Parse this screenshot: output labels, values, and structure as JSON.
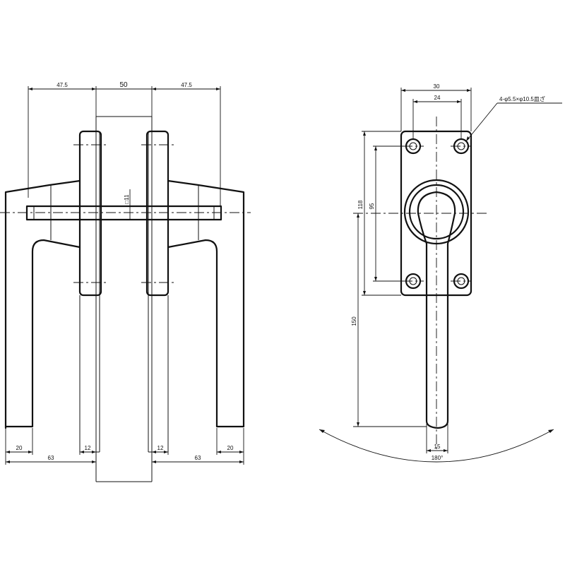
{
  "front_view": {
    "dims": {
      "left_top": "47.5",
      "center_top": "50",
      "right_top": "47.5",
      "bottom_left_total": "63",
      "bottom_left_tip": "20",
      "bottom_left_inner": "12",
      "bottom_right_inner": "12",
      "bottom_right_total": "63",
      "bottom_right_tip": "20",
      "spindle": "□11"
    }
  },
  "side_view": {
    "dims": {
      "plate_width": "30",
      "hole_pitch_x": "24",
      "hole_note": "4-φ5.5×φ10.5皿ざ",
      "plate_height": "118",
      "hole_pitch_y": "95",
      "lever_length": "150",
      "grip_width": "15",
      "rotation": "180°"
    }
  }
}
